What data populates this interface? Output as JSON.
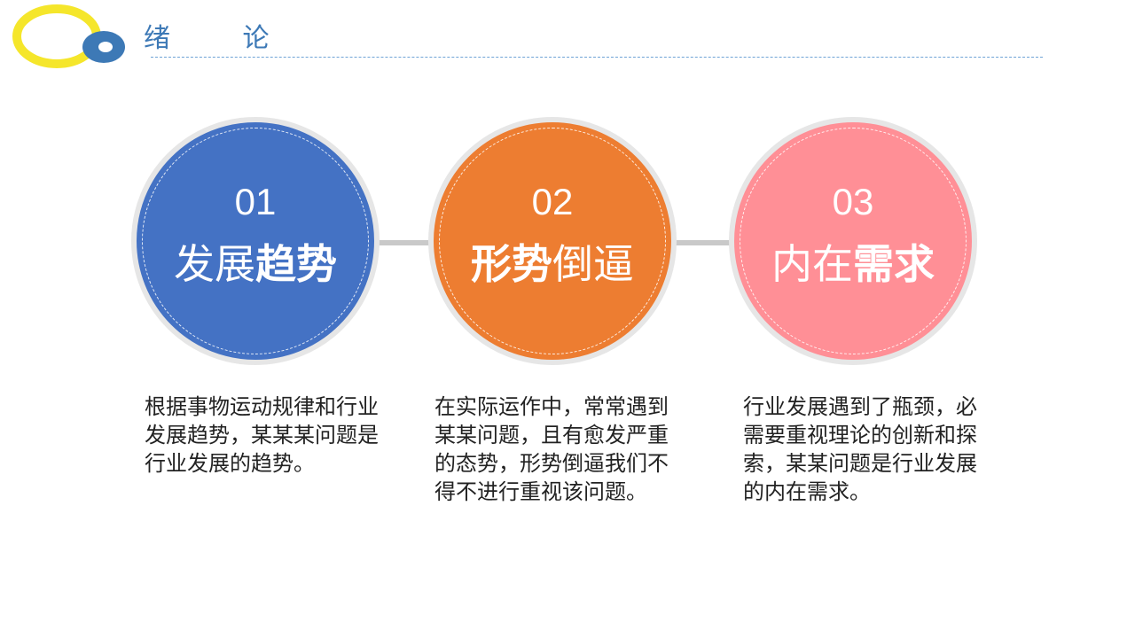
{
  "header": {
    "title": "绪 论"
  },
  "steps": [
    {
      "num": "01",
      "title_plain": "发展",
      "title_bold": "趋势",
      "color": "#4472c4",
      "desc": "根据事物运动规律和行业发展趋势，某某某问题是行业发展的趋势。"
    },
    {
      "num": "02",
      "title_bold": "形势",
      "title_plain": "倒逼",
      "color": "#ed7d31",
      "desc": "在实际运作中，常常遇到某某问题，且有愈发严重的态势，形势倒逼我们不得不进行重视该问题。"
    },
    {
      "num": "03",
      "title_plain": "内在",
      "title_bold": "需求",
      "color": "#ff8f96",
      "desc": "行业发展遇到了瓶颈，必需要重视理论的创新和探索，某某问题是行业发展的内在需求。"
    }
  ]
}
